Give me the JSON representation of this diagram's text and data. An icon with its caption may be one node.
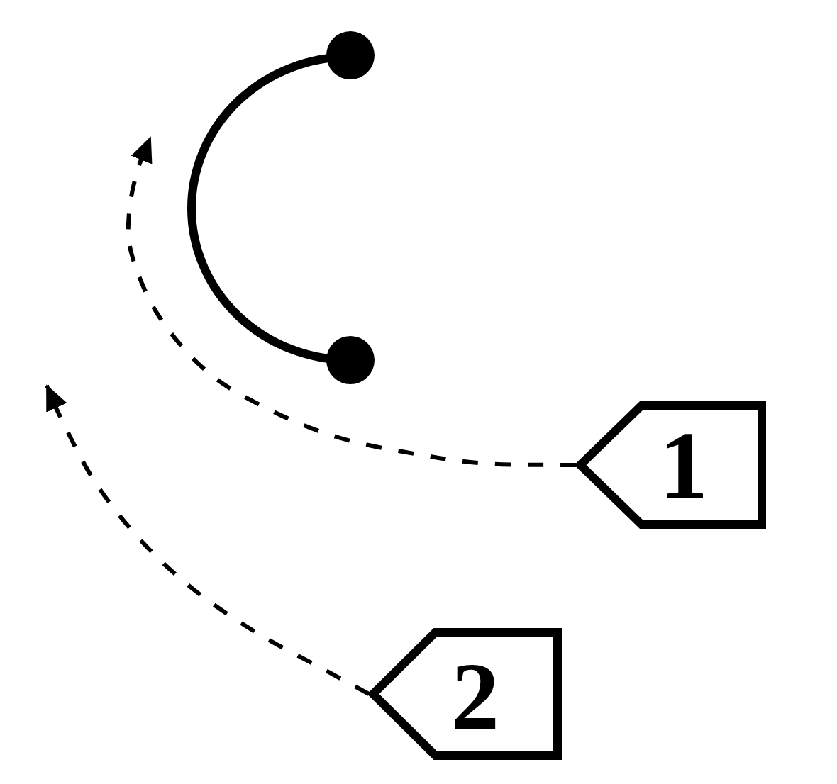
{
  "diagram": {
    "nodes": [
      {
        "text": [
          "1"
        ]
      },
      {
        "text": [
          "2"
        ]
      }
    ],
    "edges": [
      {
        "from": 0,
        "to": null,
        "arrow": "to",
        "style": "dashed"
      },
      {
        "from": 1,
        "to": null,
        "arrow": "to",
        "style": "dashed"
      }
    ]
  }
}
